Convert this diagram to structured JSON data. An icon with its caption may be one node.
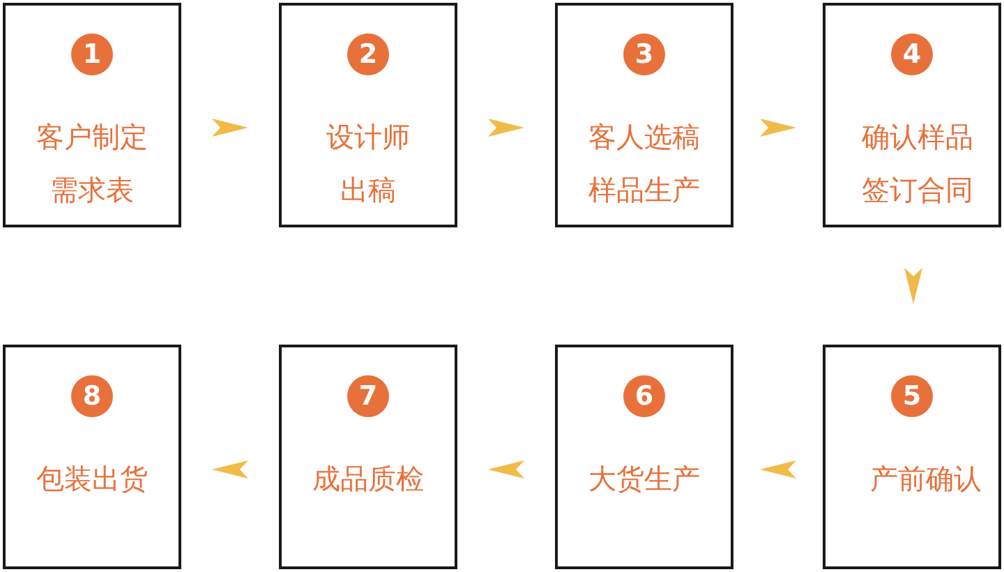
{
  "diagram": {
    "nodes": [
      {
        "text": [
          "客户制定需求表"
        ]
      },
      {
        "text": [
          "1"
        ],
        "in": 0
      },
      {
        "text": [
          "设计师出稿"
        ]
      },
      {
        "text": [
          "2"
        ],
        "in": 2
      },
      {
        "text": [
          "客人选稿样品生产"
        ]
      },
      {
        "text": [
          "3"
        ],
        "in": 4
      },
      {
        "text": [
          "确认样品签订合同"
        ]
      },
      {
        "text": [
          "4"
        ],
        "in": 6
      },
      {
        "text": [
          "产前确认"
        ]
      },
      {
        "text": [
          "5"
        ],
        "in": 8
      },
      {
        "text": [
          "大货生产"
        ]
      },
      {
        "text": [
          "6"
        ],
        "in": 10
      },
      {
        "text": [
          "成品质检"
        ]
      },
      {
        "text": [
          "7"
        ],
        "in": 12
      },
      {
        "text": [
          "包装出货"
        ]
      },
      {
        "text": [
          "8"
        ],
        "in": 14
      }
    ],
    "edges": [
      {
        "from": 0,
        "to": 2,
        "arrow": "to"
      },
      {
        "from": 2,
        "to": 4,
        "arrow": "to"
      },
      {
        "from": 4,
        "to": 6,
        "arrow": "to"
      },
      {
        "from": 6,
        "to": 8,
        "arrow": "to"
      },
      {
        "from": 8,
        "to": 10,
        "arrow": "to"
      },
      {
        "from": 10,
        "to": 12,
        "arrow": "to"
      },
      {
        "from": 12,
        "to": 14,
        "arrow": "to"
      }
    ]
  }
}
